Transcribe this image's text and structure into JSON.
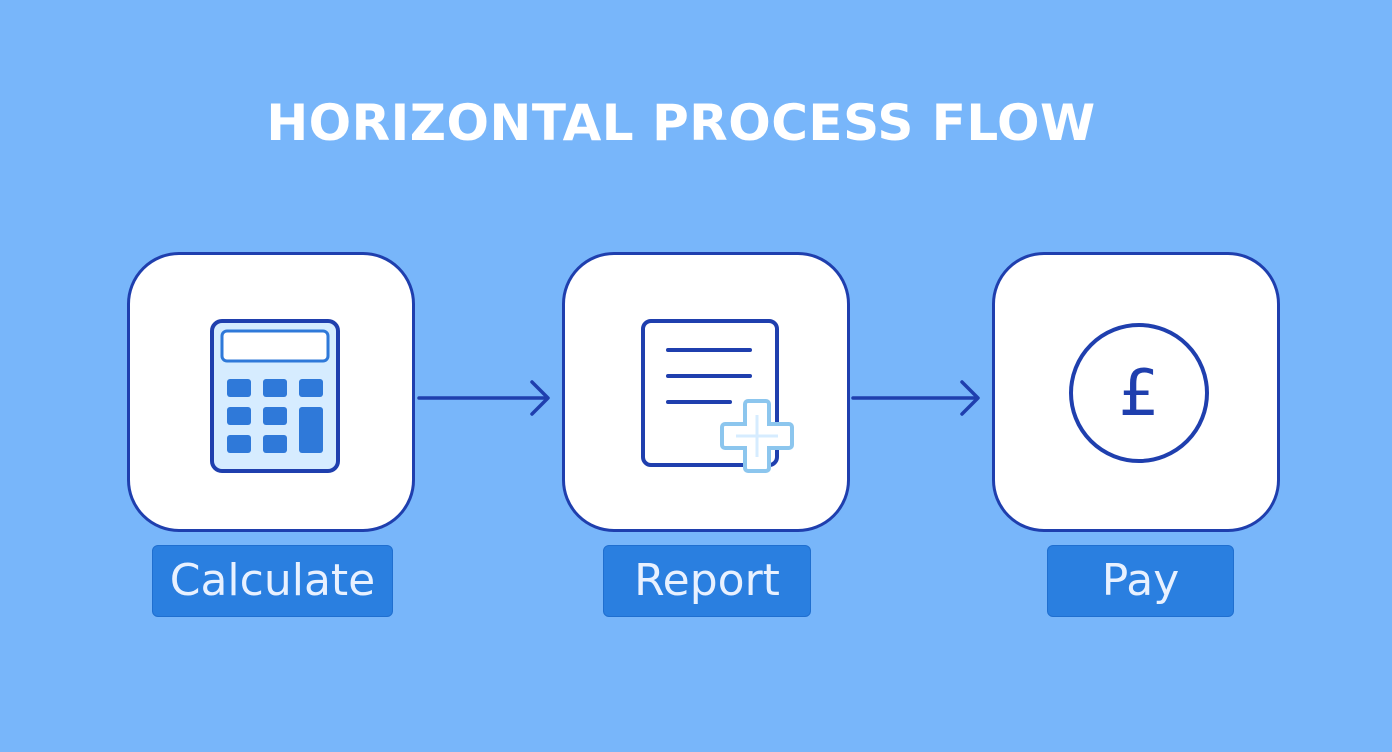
{
  "title": "HORIZONTAL PROCESS FLOW",
  "steps": [
    {
      "label": "Calculate",
      "icon": "calculator-icon"
    },
    {
      "label": "Report",
      "icon": "document-add-icon"
    },
    {
      "label": "Pay",
      "icon": "pound-coin-icon"
    }
  ],
  "colors": {
    "background": "#78b6fa",
    "outline": "#1f3fae",
    "label_fill": "#2a7fe0",
    "icon_fill": "#2f79d9",
    "icon_light": "#d6ecff"
  }
}
